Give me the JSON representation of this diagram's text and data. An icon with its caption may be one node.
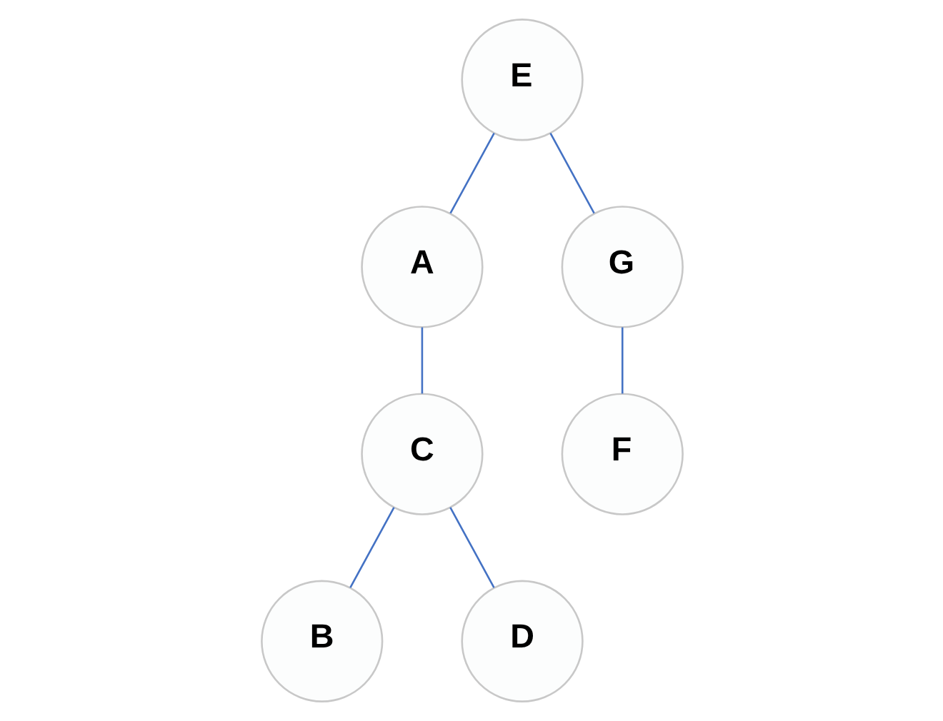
{
  "diagram": {
    "nodes": [
      {
        "text": [
          "E"
        ]
      },
      {
        "text": [
          "A"
        ]
      },
      {
        "text": [
          "G"
        ]
      },
      {
        "text": [
          "C"
        ]
      },
      {
        "text": [
          "F"
        ]
      },
      {
        "text": [
          "B"
        ]
      },
      {
        "text": [
          "D"
        ]
      }
    ],
    "edges": [
      {
        "from": 0,
        "to": 1,
        "arrow": "none"
      },
      {
        "from": 0,
        "to": 2,
        "arrow": "none"
      },
      {
        "from": 1,
        "to": 3,
        "arrow": "none"
      },
      {
        "from": 2,
        "to": 4,
        "arrow": "none"
      },
      {
        "from": 3,
        "to": 5,
        "arrow": "none"
      },
      {
        "from": 3,
        "to": 6,
        "arrow": "none"
      }
    ]
  }
}
